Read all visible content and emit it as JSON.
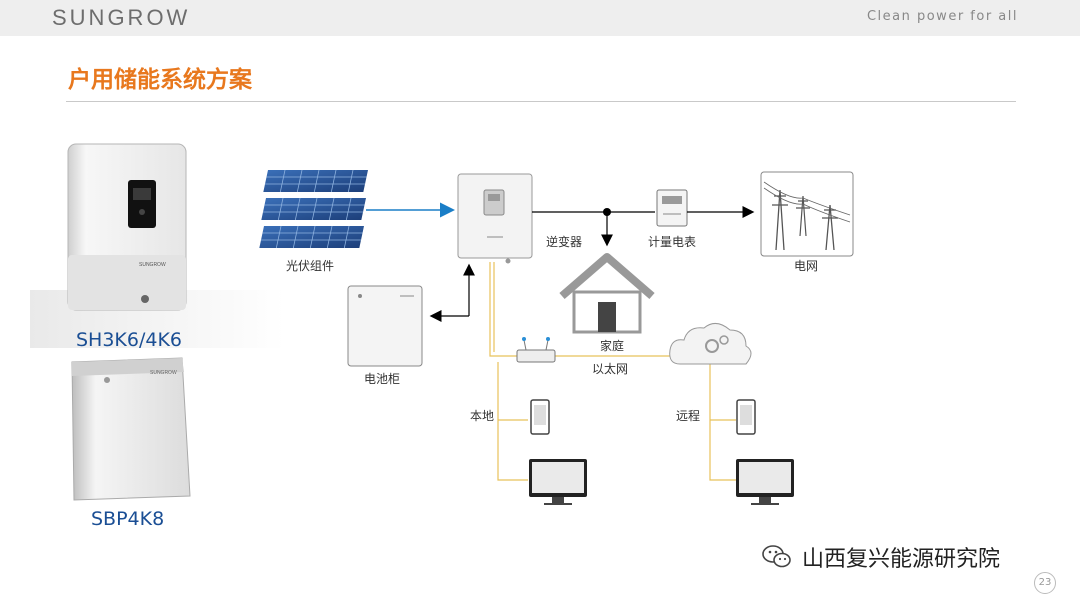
{
  "header": {
    "logo": "SUNGROW",
    "tagline": "Clean power for all"
  },
  "slide": {
    "title": "户用储能系统方案",
    "page_number": "23"
  },
  "products": [
    {
      "label": "SH3K6/4K6",
      "type": "inverter"
    },
    {
      "label": "SBP4K8",
      "type": "battery"
    }
  ],
  "diagram": {
    "pv_label": "光伏组件",
    "inverter_label": "逆变器",
    "meter_label": "计量电表",
    "grid_label": "电网",
    "home_label": "家庭",
    "battery_label": "电池柜",
    "ethernet_label": "以太网",
    "local_label": "本地",
    "remote_label": "远程"
  },
  "footer": {
    "watermark": "山西复兴能源研究院",
    "wechat_icon": "wechat-icon"
  },
  "colors": {
    "accent": "#e8781e",
    "product_label": "#1a4e94",
    "pv_arrow": "#1a7ec7",
    "network_line": "#e8c25a"
  }
}
